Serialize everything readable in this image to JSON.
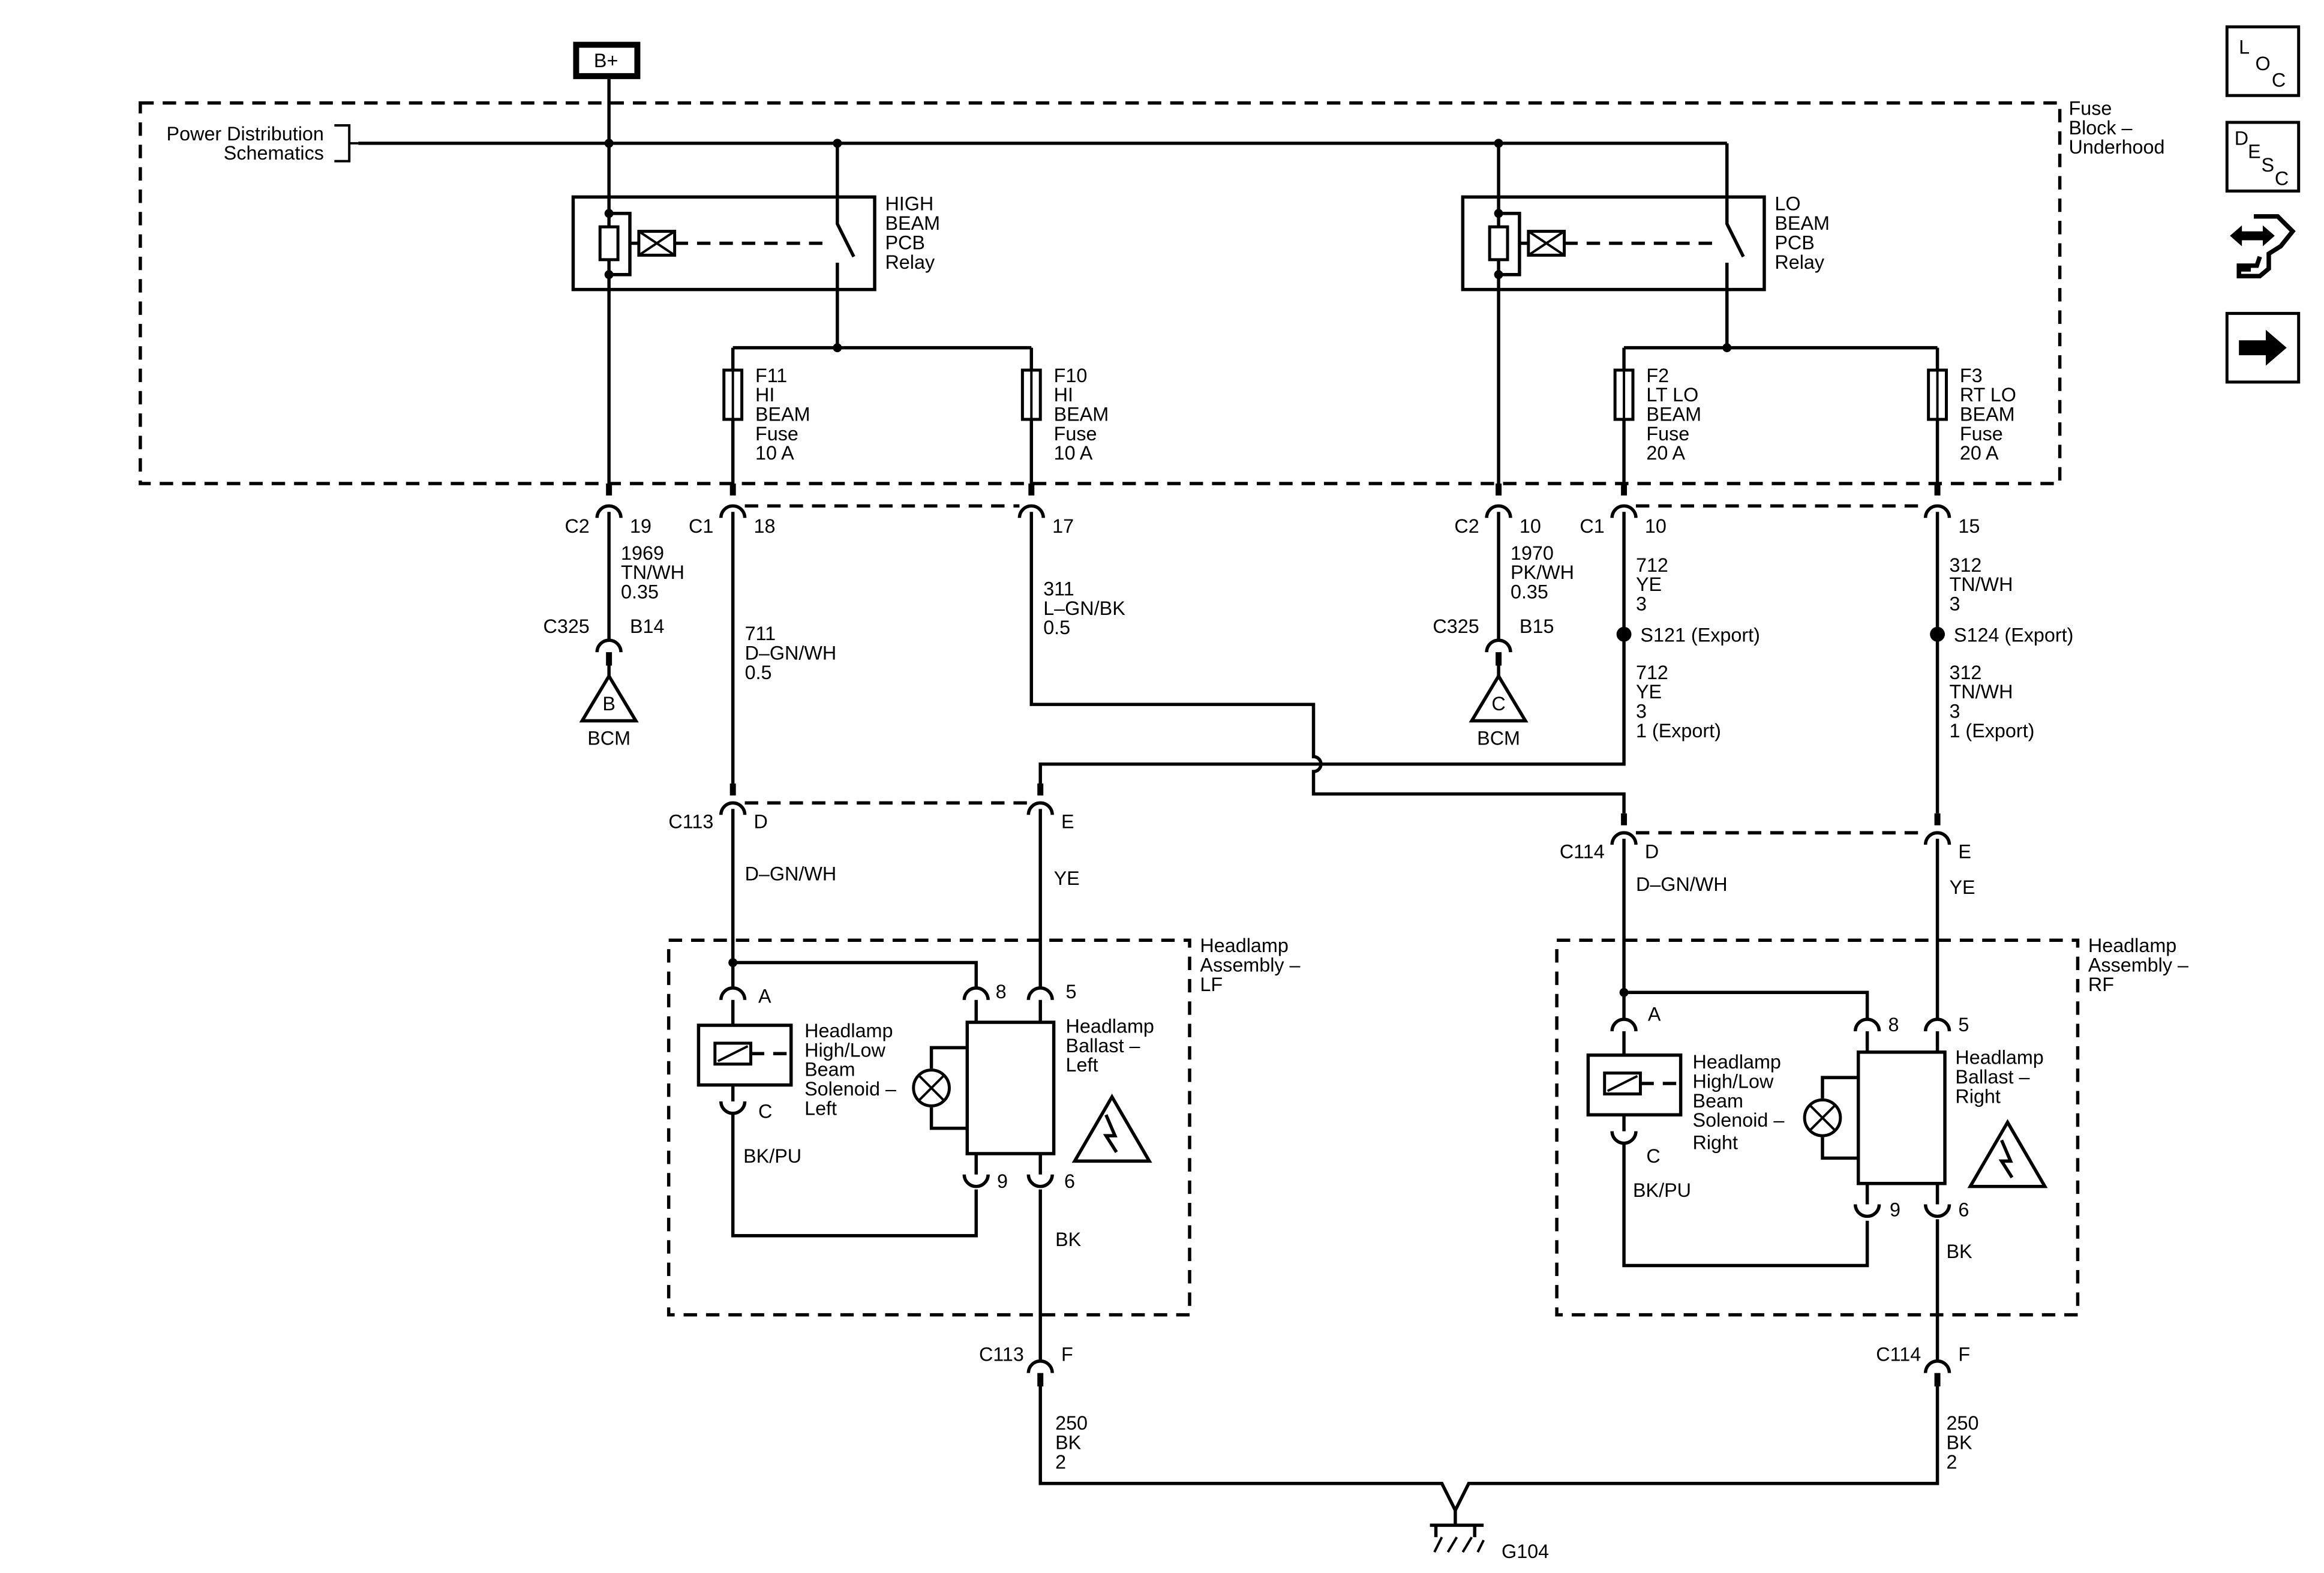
{
  "power_source": "B+",
  "power_distribution": [
    "Power Distribution",
    "Schematics"
  ],
  "fuse_block": [
    "Fuse",
    "Block –",
    "Underhood"
  ],
  "relays": {
    "high": [
      "HIGH",
      "BEAM",
      "PCB",
      "Relay"
    ],
    "lo": [
      "LO",
      "BEAM",
      "PCB",
      "Relay"
    ]
  },
  "fuses": {
    "f11": [
      "F11",
      "HI",
      "BEAM",
      "Fuse",
      "10 A"
    ],
    "f10": [
      "F10",
      "HI",
      "BEAM",
      "Fuse",
      "10 A"
    ],
    "f2": [
      "F2",
      "LT LO",
      "BEAM",
      "Fuse",
      "20 A"
    ],
    "f3": [
      "F3",
      "RT LO",
      "BEAM",
      "Fuse",
      "20 A"
    ]
  },
  "connectors": {
    "c2": "C2",
    "c1": "C1",
    "c325": "C325",
    "c113": "C113",
    "c114": "C114",
    "pin_19": "19",
    "pin_18": "18",
    "pin_17": "17",
    "pin_10a": "10",
    "pin_10b": "10",
    "pin_15": "15",
    "pin_b14": "B14",
    "pin_b15": "B15",
    "pin_d": "D",
    "pin_e": "E",
    "pin_f": "F"
  },
  "wires": {
    "w1969": [
      "1969",
      "TN/WH",
      "0.35"
    ],
    "w711": [
      "711",
      "D–GN/WH",
      "0.5"
    ],
    "w311": [
      "311",
      "L–GN/BK",
      "0.5"
    ],
    "w1970": [
      "1970",
      "PK/WH",
      "0.35"
    ],
    "w712a": [
      "712",
      "YE",
      "3"
    ],
    "w712b": [
      "712",
      "YE",
      "3",
      "1 (Export)"
    ],
    "w312a": [
      "312",
      "TN/WH",
      "3"
    ],
    "w312b": [
      "312",
      "TN/WH",
      "3",
      "1 (Export)"
    ],
    "w250": [
      "250",
      "BK",
      "2"
    ],
    "dgnwh": "D–GN/WH",
    "ye": "YE",
    "bkpu": "BK/PU",
    "bk": "BK"
  },
  "splices": {
    "s121": "S121 (Export)",
    "s124": "S124 (Export)"
  },
  "bcm": {
    "b": "B",
    "c": "C",
    "label": "BCM"
  },
  "assemblies": {
    "lf": [
      "Headlamp",
      "Assembly –",
      "LF"
    ],
    "rf": [
      "Headlamp",
      "Assembly –",
      "RF"
    ]
  },
  "solenoids": {
    "left": [
      "Headlamp",
      "High/Low",
      "Beam",
      "Solenoid –",
      "Left"
    ],
    "right": [
      "Headlamp",
      "High/Low",
      "Beam",
      "Solenoid –",
      "Right"
    ]
  },
  "ballasts": {
    "left": [
      "Headlamp",
      "Ballast –",
      "Left"
    ],
    "right": [
      "Headlamp",
      "Ballast –",
      "Right"
    ]
  },
  "pins": {
    "a": "A",
    "c": "C",
    "p8": "8",
    "p5": "5",
    "p9": "9",
    "p6": "6"
  },
  "ground": "G104",
  "nav_buttons": {
    "loc": [
      "L",
      "O",
      "C"
    ],
    "desc": [
      "D",
      "E",
      "S",
      "C"
    ]
  }
}
